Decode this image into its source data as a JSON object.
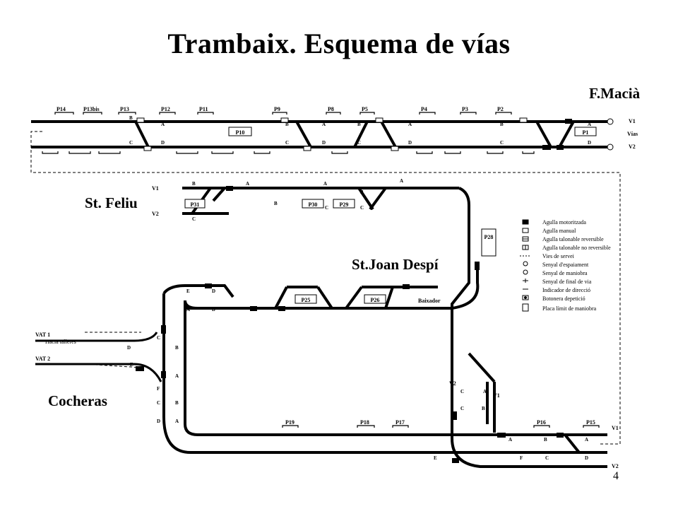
{
  "title": "Trambaix. Esquema de vías",
  "page_number": "4",
  "stations": {
    "fmacia": "F.Macià",
    "stfeliu": "St. Feliu",
    "stjoan": "St.Joan Despí",
    "cocheras": "Cocheras"
  },
  "legend": [
    {
      "symbol": "motor-switch",
      "label": "Agulla motoritzada"
    },
    {
      "symbol": "manual-switch",
      "label": "Agulla manual"
    },
    {
      "symbol": "trailable-reversible",
      "label": "Agulla talonable reversible"
    },
    {
      "symbol": "trailable-nonreversible",
      "label": "Agulla talonable no reversible"
    },
    {
      "symbol": "service-track",
      "label": "Vies de servei"
    },
    {
      "symbol": "spacing-signal",
      "label": "Senyal d'espaiament"
    },
    {
      "symbol": "maneuver-signal",
      "label": "Senyal de maniobra"
    },
    {
      "symbol": "end-track-signal",
      "label": "Senyal de final de via"
    },
    {
      "symbol": "direction-indicator",
      "label": "Indicador de direcció"
    },
    {
      "symbol": "repeat-button",
      "label": "Botonera depetició"
    },
    {
      "symbol": "maneuver-limit",
      "label": "Placa límit de maniobra"
    }
  ],
  "platforms_top": [
    "P14",
    "P13bis",
    "P13",
    "P12",
    "P11",
    "P9",
    "P8",
    "P5",
    "P4",
    "P3",
    "P2"
  ],
  "platforms_bottom": [
    "P19",
    "P18",
    "P17",
    "P16",
    "P15"
  ],
  "boxes": [
    "P10",
    "P1",
    "P31",
    "P30",
    "P29",
    "P25",
    "P26",
    "P28"
  ],
  "track_labels": {
    "v1": "V1",
    "v2": "V2",
    "vias": "Vías"
  },
  "depot_labels": {
    "vat1": "VAT 1",
    "vat1_sub": "Hacia talleres",
    "vat2": "VAT 2",
    "baixador": "Baixador"
  },
  "switch_letters": [
    "A",
    "B",
    "C",
    "D",
    "E",
    "F"
  ],
  "colors": {
    "track": "#000000",
    "service": "#000000",
    "background": "#ffffff"
  }
}
